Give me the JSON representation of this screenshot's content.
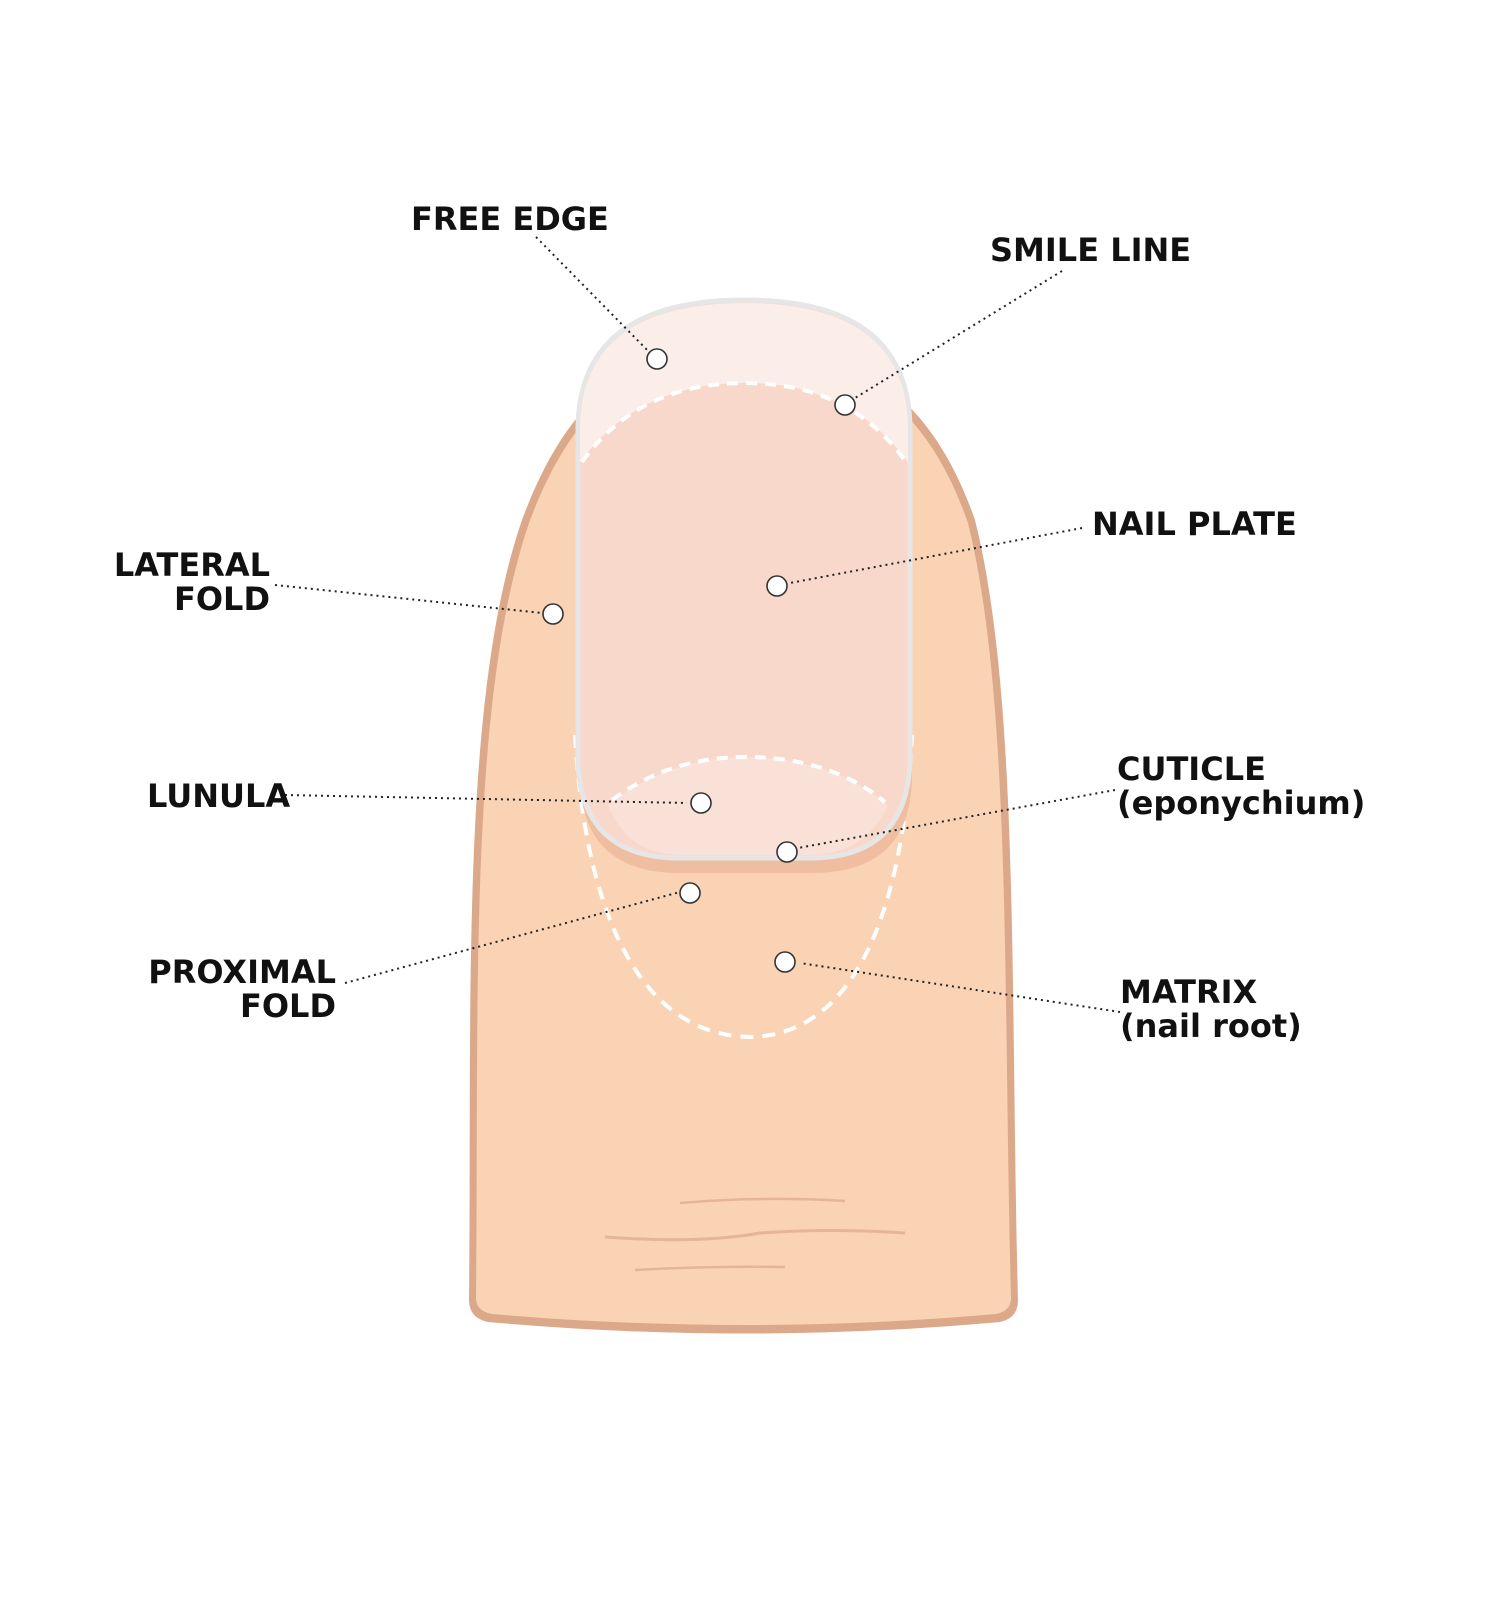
{
  "labels": {
    "free_edge": "FREE EDGE",
    "smile_line": "SMILE LINE",
    "nail_plate": "NAIL PLATE",
    "lateral_fold": [
      "LATERAL",
      "FOLD"
    ],
    "lunula": "LUNULA",
    "cuticle": [
      "CUTICLE",
      "(eponychium)"
    ],
    "proximal_fold": [
      "PROXIMAL",
      "FOLD"
    ],
    "matrix": [
      "MATRIX",
      "(nail root)"
    ]
  },
  "colors": {
    "finger_skin": "#f9d3b4",
    "finger_outline": "#dba98a",
    "nail_plate": "#f8d8cb",
    "free_edge": "#fbede8",
    "nail_outline": "#e6e6e6",
    "dashed_lines": "#ffffff",
    "text": "#111111"
  }
}
